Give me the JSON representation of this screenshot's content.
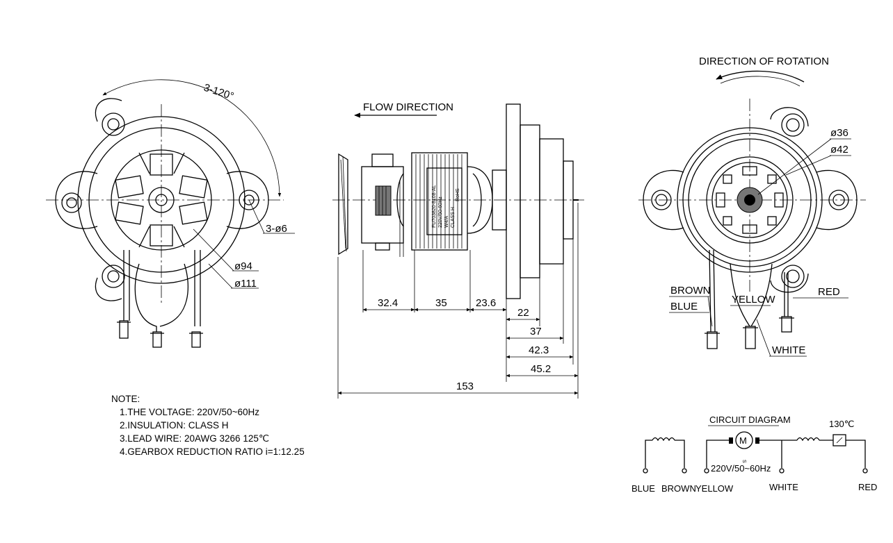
{
  "front_view": {
    "angle_label": "3-120°",
    "hole_label": "3-ø6",
    "dia_inner": "ø94",
    "dia_outer": "ø111"
  },
  "side_view": {
    "flow_label": "FLOW DIRECTION",
    "nameplate": [
      "FU703820-8108-AL",
      "220V/50-60Hz",
      "W4/A",
      "CLASS H",
      "RoHS"
    ],
    "dims": [
      "32.4",
      "35",
      "23.6",
      "22",
      "37",
      "42.3",
      "45.2",
      "153"
    ]
  },
  "rear_view": {
    "rotation_label": "DIRECTION OF ROTATION",
    "dia_small": "ø36",
    "dia_large": "ø42",
    "wires": {
      "brown": "BROWN",
      "blue": "BLUE",
      "yellow": "YELLOW",
      "red": "RED",
      "white": "WHITE"
    }
  },
  "notes": {
    "title": "NOTE:",
    "items": [
      "1.THE VOLTAGE: 220V/50~60Hz",
      "2.INSULATION: CLASS H",
      "3.LEAD WIRE: 20AWG 3266 125℃",
      "4.GEARBOX REDUCTION RATIO i=1:12.25"
    ]
  },
  "circuit": {
    "title": "CIRCUIT DIAGRAM",
    "motor": "M",
    "voltage": "220V/50~60Hz",
    "thermal": "130℃",
    "terminals": [
      "BLUE",
      "BROWN",
      "YELLOW",
      "WHITE",
      "RED"
    ]
  }
}
